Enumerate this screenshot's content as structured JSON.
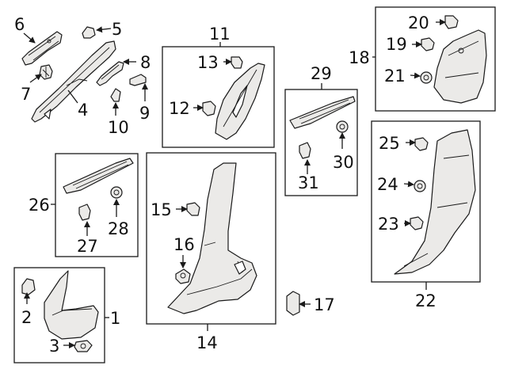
{
  "callouts": [
    "1",
    "2",
    "3",
    "4",
    "5",
    "6",
    "7",
    "8",
    "9",
    "10",
    "11",
    "12",
    "13",
    "14",
    "15",
    "16",
    "17",
    "18",
    "19",
    "20",
    "21",
    "22",
    "23",
    "24",
    "25",
    "26",
    "27",
    "28",
    "29",
    "30",
    "31"
  ],
  "colors": {
    "line": "#1a1a1a",
    "part_fill": "#ebeae8",
    "background": "#ffffff"
  }
}
